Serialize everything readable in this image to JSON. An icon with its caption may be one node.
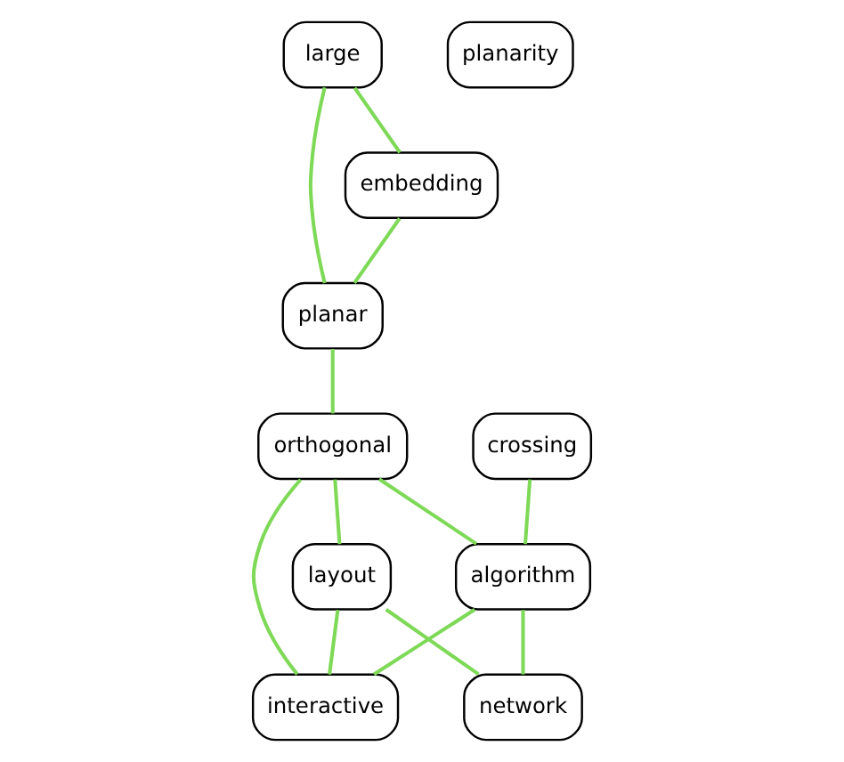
{
  "diagram": {
    "nodes": [
      {
        "text": [
          "large"
        ]
      },
      {
        "text": [
          "embedding"
        ]
      },
      {
        "text": [
          "planar"
        ]
      },
      {
        "text": [
          "planarity"
        ]
      },
      {
        "text": [
          "orthogonal"
        ]
      },
      {
        "text": [
          "layout"
        ]
      },
      {
        "text": [
          "crossing"
        ]
      },
      {
        "text": [
          "algorithm"
        ]
      },
      {
        "text": [
          "interactive"
        ]
      },
      {
        "text": [
          "network"
        ]
      }
    ],
    "edges": [
      {
        "from": 0,
        "to": 1,
        "arrow": "none"
      },
      {
        "from": 0,
        "to": 2,
        "arrow": "none"
      },
      {
        "from": 1,
        "to": 2,
        "arrow": "none"
      },
      {
        "from": 2,
        "to": 4,
        "arrow": "none"
      },
      {
        "from": 4,
        "to": 5,
        "arrow": "none"
      },
      {
        "from": 4,
        "to": 8,
        "arrow": "none"
      },
      {
        "from": 4,
        "to": 7,
        "arrow": "none"
      },
      {
        "from": 5,
        "to": 8,
        "arrow": "none"
      },
      {
        "from": 5,
        "to": 9,
        "arrow": "none"
      },
      {
        "from": 6,
        "to": 7,
        "arrow": "none"
      },
      {
        "from": 7,
        "to": 8,
        "arrow": "none"
      },
      {
        "from": 7,
        "to": 9,
        "arrow": "none"
      }
    ]
  }
}
